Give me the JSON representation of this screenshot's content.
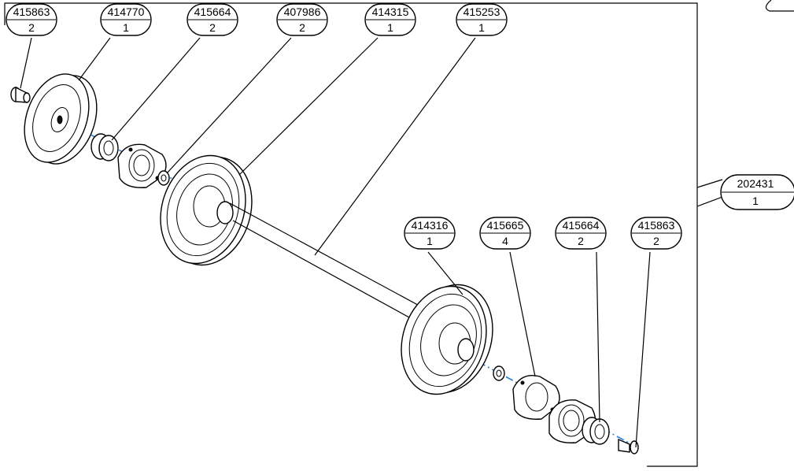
{
  "balloons": [
    {
      "id": "b1",
      "part": "415863",
      "qty": "2"
    },
    {
      "id": "b2",
      "part": "414770",
      "qty": "1"
    },
    {
      "id": "b3",
      "part": "415664",
      "qty": "2"
    },
    {
      "id": "b4",
      "part": "407986",
      "qty": "2"
    },
    {
      "id": "b5",
      "part": "414315",
      "qty": "1"
    },
    {
      "id": "b6",
      "part": "415253",
      "qty": "1"
    },
    {
      "id": "b7",
      "part": "414316",
      "qty": "1"
    },
    {
      "id": "b8",
      "part": "415665",
      "qty": "4"
    },
    {
      "id": "b9",
      "part": "415664",
      "qty": "2"
    },
    {
      "id": "b10",
      "part": "415863",
      "qty": "2"
    },
    {
      "id": "b11",
      "part": "202431",
      "qty": "1"
    }
  ],
  "colors": {
    "axis": "#2a7bd6",
    "ink": "#000000"
  }
}
